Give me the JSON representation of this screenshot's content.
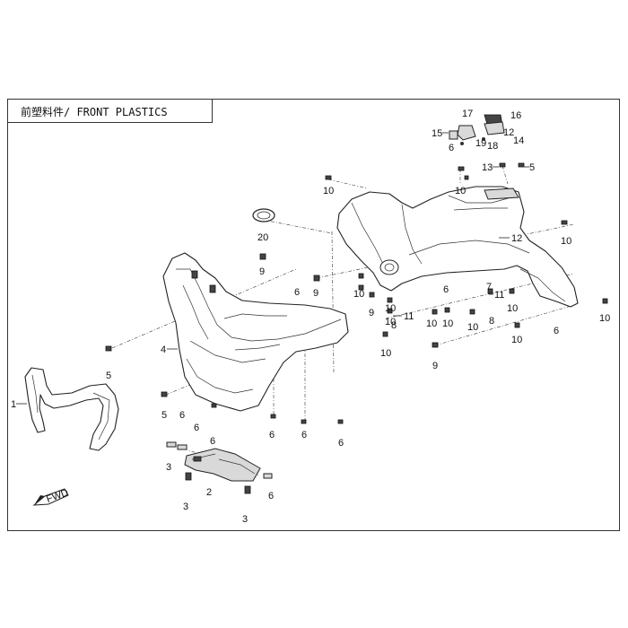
{
  "header": {
    "title": "前塑料件/ FRONT PLASTICS"
  },
  "fwd_badge": "FWD",
  "callouts": [
    {
      "id": "c1",
      "text": "1"
    },
    {
      "id": "c2",
      "text": "2"
    },
    {
      "id": "c3a",
      "text": "3"
    },
    {
      "id": "c3b",
      "text": "3"
    },
    {
      "id": "c3c",
      "text": "3"
    },
    {
      "id": "c4",
      "text": "4"
    },
    {
      "id": "c5a",
      "text": "5"
    },
    {
      "id": "c5b",
      "text": "5"
    },
    {
      "id": "c5c",
      "text": "5"
    },
    {
      "id": "c6a",
      "text": "6"
    },
    {
      "id": "c6b",
      "text": "6"
    },
    {
      "id": "c6c",
      "text": "6"
    },
    {
      "id": "c6d",
      "text": "6"
    },
    {
      "id": "c6e",
      "text": "6"
    },
    {
      "id": "c6f",
      "text": "6"
    },
    {
      "id": "c6g",
      "text": "6"
    },
    {
      "id": "c6h",
      "text": "6"
    },
    {
      "id": "c6i",
      "text": "6"
    },
    {
      "id": "c6j",
      "text": "6"
    },
    {
      "id": "c6k",
      "text": "6"
    },
    {
      "id": "c7",
      "text": "7"
    },
    {
      "id": "c8a",
      "text": "8"
    },
    {
      "id": "c8b",
      "text": "8"
    },
    {
      "id": "c9a",
      "text": "9"
    },
    {
      "id": "c9b",
      "text": "9"
    },
    {
      "id": "c9c",
      "text": "9"
    },
    {
      "id": "c9d",
      "text": "9"
    },
    {
      "id": "c10a",
      "text": "10"
    },
    {
      "id": "c10b",
      "text": "10"
    },
    {
      "id": "c10c",
      "text": "10"
    },
    {
      "id": "c10d",
      "text": "10"
    },
    {
      "id": "c10e",
      "text": "10"
    },
    {
      "id": "c10f",
      "text": "10"
    },
    {
      "id": "c10g",
      "text": "10"
    },
    {
      "id": "c10h",
      "text": "10"
    },
    {
      "id": "c10i",
      "text": "10"
    },
    {
      "id": "c10j",
      "text": "10"
    },
    {
      "id": "c10k",
      "text": "10"
    },
    {
      "id": "c10l",
      "text": "10"
    },
    {
      "id": "c10m",
      "text": "10"
    },
    {
      "id": "c11a",
      "text": "11"
    },
    {
      "id": "c11b",
      "text": "11"
    },
    {
      "id": "c12a",
      "text": "12"
    },
    {
      "id": "c12b",
      "text": "12"
    },
    {
      "id": "c13",
      "text": "13"
    },
    {
      "id": "c14",
      "text": "14"
    },
    {
      "id": "c15",
      "text": "15"
    },
    {
      "id": "c16",
      "text": "16"
    },
    {
      "id": "c17",
      "text": "17"
    },
    {
      "id": "c18",
      "text": "18"
    },
    {
      "id": "c19",
      "text": "19"
    },
    {
      "id": "c20",
      "text": "20"
    }
  ]
}
